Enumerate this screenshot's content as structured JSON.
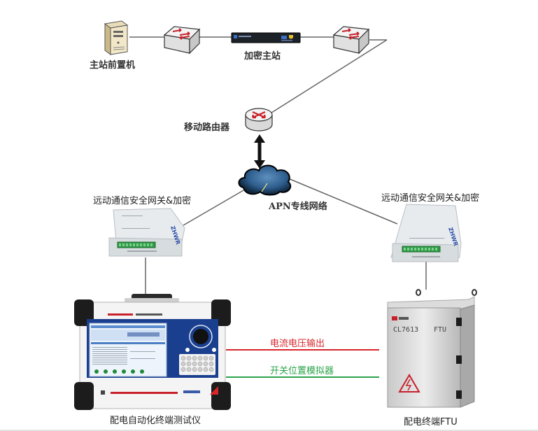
{
  "diagram": {
    "title": "",
    "nodes": {
      "front_server": {
        "label": "主站前置机",
        "icon": "server-tower-icon"
      },
      "switch_left": {
        "label": "",
        "icon": "network-switch-icon"
      },
      "encryption_master": {
        "label": "加密主站",
        "icon": "rack-encryption-device-icon"
      },
      "switch_right": {
        "label": "",
        "icon": "network-switch-icon"
      },
      "mobile_router": {
        "label": "移动路由器",
        "icon": "router-icon"
      },
      "apn_network": {
        "label": "APN专线网络",
        "icon": "cloud-network-icon"
      },
      "gateway_left": {
        "label": "远动通信安全网关&加密",
        "icon": "security-gateway-icon",
        "brand": "ZHWR"
      },
      "gateway_right": {
        "label": "远动通信安全网关&加密",
        "icon": "security-gateway-icon",
        "brand": "ZHWR"
      },
      "tester": {
        "label": "配电自动化终端测试仪",
        "icon": "portable-tester-icon"
      },
      "ftu": {
        "label": "配电终端FTU",
        "icon": "ftu-cabinet-icon",
        "model": "CL7613",
        "model_suffix": "FTU"
      }
    },
    "links": [
      {
        "from": "front_server",
        "to": "switch_left",
        "label": ""
      },
      {
        "from": "switch_left",
        "to": "encryption_master",
        "label": ""
      },
      {
        "from": "encryption_master",
        "to": "switch_right",
        "label": ""
      },
      {
        "from": "switch_right",
        "to": "mobile_router",
        "label": ""
      },
      {
        "from": "mobile_router",
        "to": "apn_network",
        "label": "",
        "style": "bidirectional-arrow"
      },
      {
        "from": "apn_network",
        "to": "gateway_left",
        "label": ""
      },
      {
        "from": "apn_network",
        "to": "gateway_right",
        "label": ""
      },
      {
        "from": "gateway_left",
        "to": "tester",
        "label": ""
      },
      {
        "from": "gateway_right",
        "to": "ftu",
        "label": ""
      },
      {
        "from": "tester",
        "to": "ftu",
        "label": "电流电压输出",
        "color": "#d9262b"
      },
      {
        "from": "ftu",
        "to": "tester",
        "label": "开关位置模拟器",
        "color": "#2aa34a"
      }
    ],
    "colors": {
      "wire": "#666666",
      "current_voltage": "#d9262b",
      "switch_position": "#2aa34a",
      "tester_panel": "#1a3f8f",
      "cloud": "#2f5f8f",
      "arrow_red": "#c8202a"
    }
  }
}
